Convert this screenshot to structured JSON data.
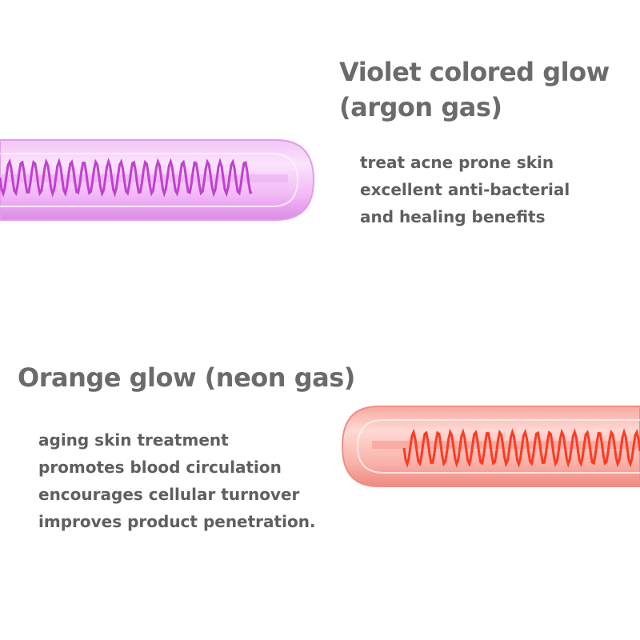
{
  "sections": {
    "violet": {
      "title_line1": "Violet colored glow",
      "title_line2": "(argon gas)",
      "benefits": [
        "treat acne prone skin",
        "excellent anti-bacterial",
        "and healing benefits"
      ],
      "color": "#c040d0"
    },
    "orange": {
      "title": "Orange glow (neon gas)",
      "benefits": [
        "aging skin treatment",
        "promotes blood circulation",
        "encourages cellular turnover",
        "improves product penetration."
      ],
      "color": "#ff3a20"
    }
  },
  "colors": {
    "heading_text": "#6b6b6b",
    "body_text": "#5f5f5f",
    "background": "#ffffff"
  }
}
